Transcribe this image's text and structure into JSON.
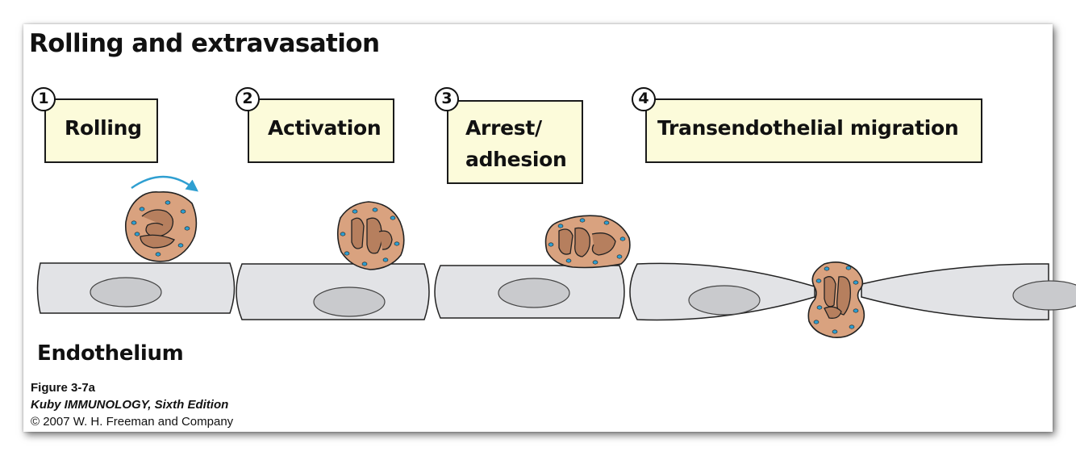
{
  "title": "Rolling and extravasation",
  "steps": [
    {
      "number": "1",
      "label": "Rolling"
    },
    {
      "number": "2",
      "label": "Activation"
    },
    {
      "number": "3",
      "label_line1": "Arrest/",
      "label_line2": "adhesion"
    },
    {
      "number": "4",
      "label": "Transendothelial migration"
    }
  ],
  "layer_label": "Endothelium",
  "caption": {
    "figure": "Figure 3-7a",
    "book": "Kuby IMMUNOLOGY, Sixth Edition",
    "copyright": "© 2007 W. H. Freeman and Company"
  },
  "colors": {
    "box_fill": "#fcfbda",
    "cell_membrane": "#e2e3e6",
    "cell_nucleus": "#c9cacd",
    "leukocyte_body": "#d9a27f",
    "leukocyte_nucleus": "#b67f5e",
    "granule": "#2f9fd1",
    "arrow": "#2f9fd1"
  },
  "icons": [
    "rolling-arrow-icon"
  ]
}
